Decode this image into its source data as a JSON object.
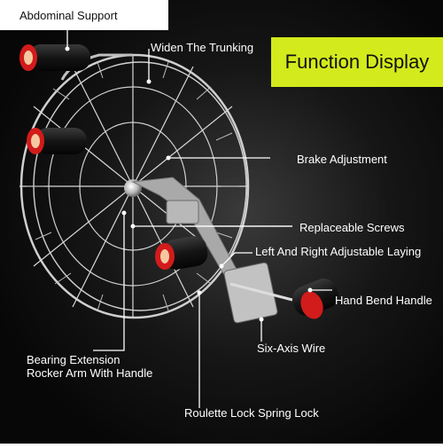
{
  "banner": {
    "title": "Function Display",
    "accent_color": "#d3ea1c"
  },
  "labels": {
    "abdominal_support": "Abdominal Support",
    "widen_trunking": "Widen The Trunking",
    "brake_adjustment": "Brake Adjustment",
    "replaceable_screws": "Replaceable Screws",
    "left_right_laying": "Left And Right Adjustable Laying",
    "hand_bend_handle": "Hand Bend Handle",
    "six_axis_wire": "Six-Axis Wire",
    "bearing_extension_line1": "Bearing Extension",
    "bearing_extension_line2": "Rocker Arm With Handle",
    "roulette_lock": "Roulette Lock Spring Lock"
  },
  "colors": {
    "background_dark": "#0d0d0d",
    "handle_foam": "#1a1a1a",
    "handle_red": "#d21b1b",
    "metal": "#c9c9c9",
    "callout_line": "#ffffff"
  }
}
